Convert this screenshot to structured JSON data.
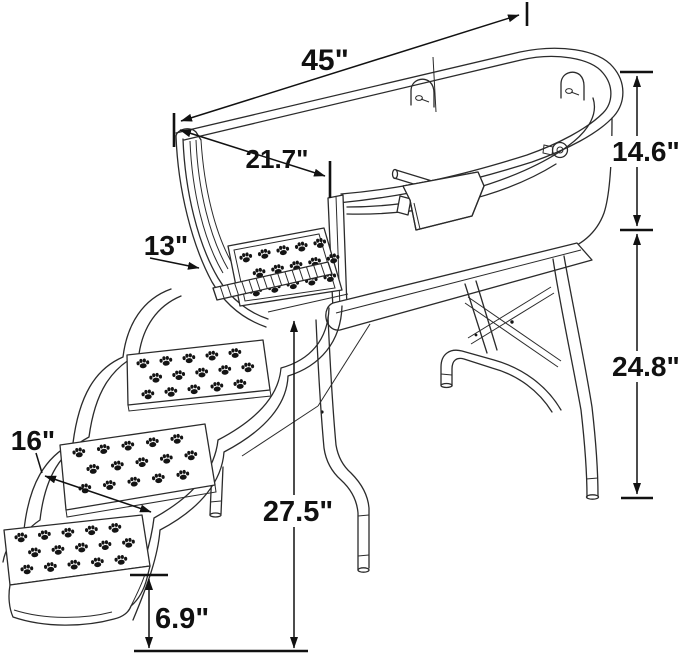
{
  "diagram": {
    "title": "pet-grooming-tub-with-stairs-dimension-diagram",
    "dimensions": {
      "top_length": "45\"",
      "top_width": "21.7\"",
      "tub_depth": "14.6\"",
      "platform_width": "13\"",
      "leg_height": "24.8\"",
      "step_width": "16\"",
      "total_height": "27.5\"",
      "step_height": "6.9\""
    }
  }
}
